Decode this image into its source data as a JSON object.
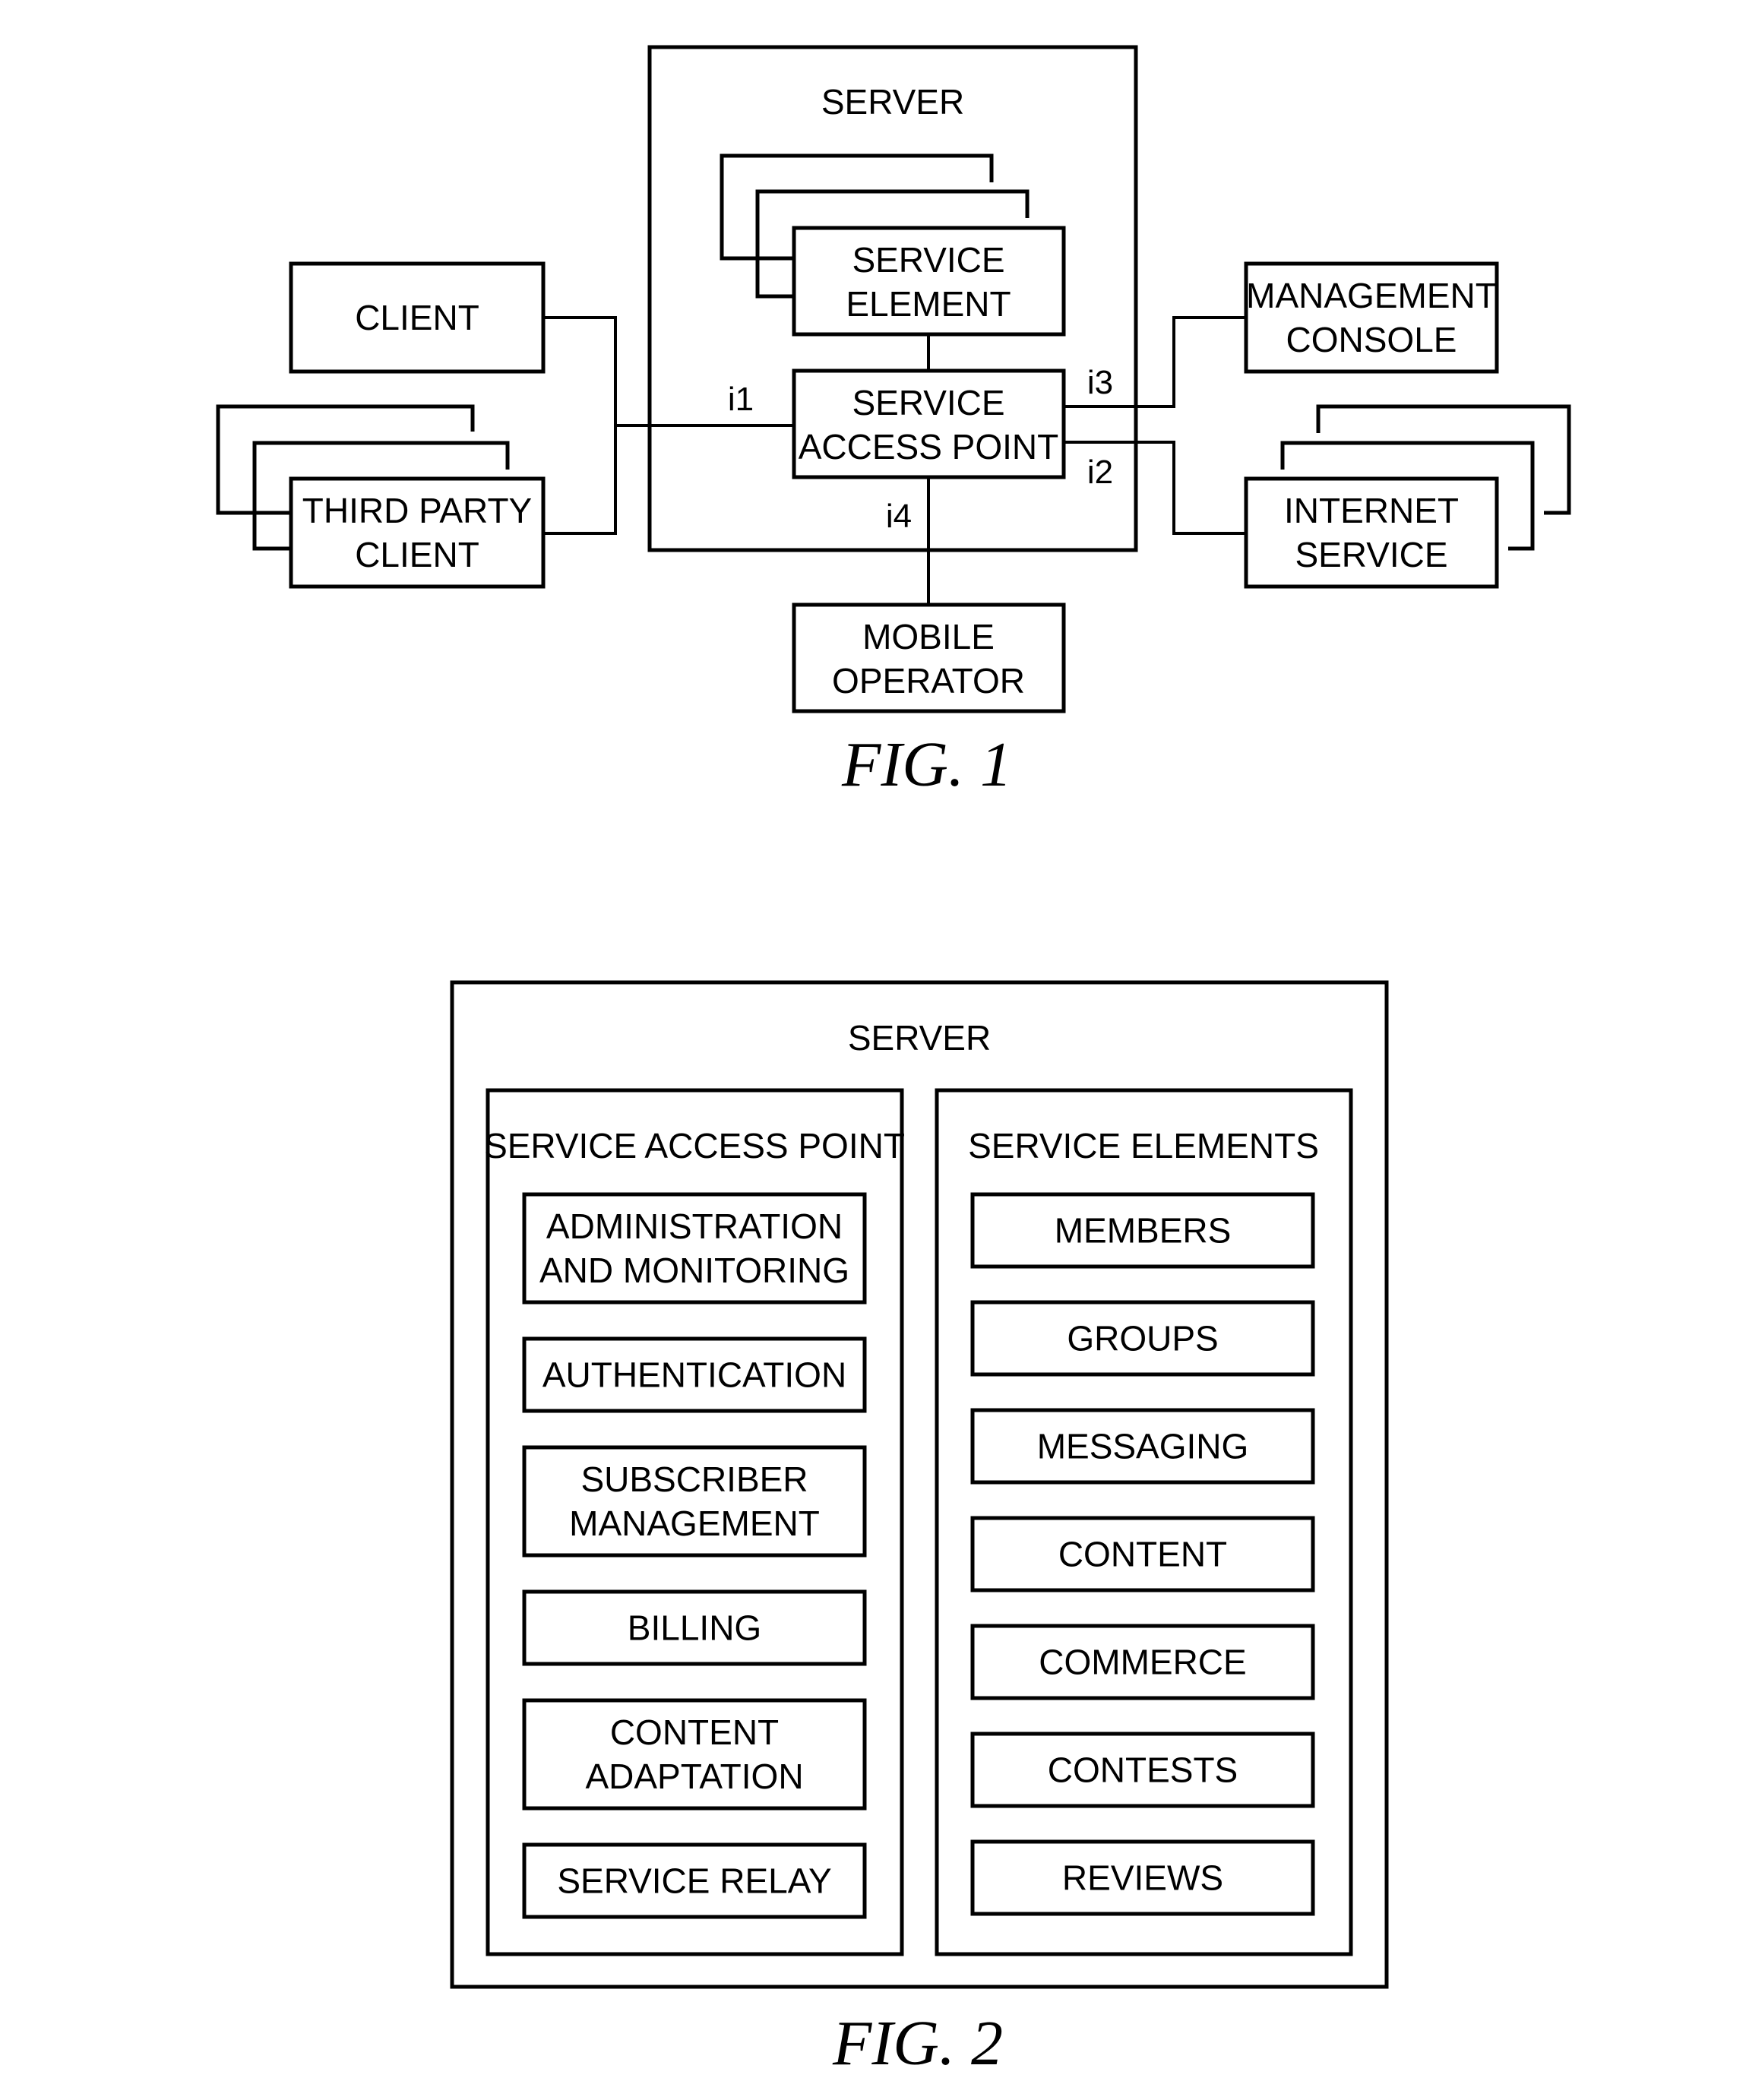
{
  "fig1": {
    "server": "SERVER",
    "service_element": [
      "SERVICE",
      "ELEMENT"
    ],
    "service_access_point": [
      "SERVICE",
      "ACCESS POINT"
    ],
    "client": "CLIENT",
    "third_party_client": [
      "THIRD PARTY",
      "CLIENT"
    ],
    "management_console": [
      "MANAGEMENT",
      "CONSOLE"
    ],
    "internet_service": [
      "INTERNET",
      "SERVICE"
    ],
    "mobile_operator": [
      "MOBILE",
      "OPERATOR"
    ],
    "interfaces": {
      "i1": "i1",
      "i2": "i2",
      "i3": "i3",
      "i4": "i4"
    },
    "caption": "FIG. 1"
  },
  "fig2": {
    "server": "SERVER",
    "service_access_point": {
      "title": "SERVICE ACCESS POINT",
      "items": [
        [
          "ADMINISTRATION",
          "AND MONITORING"
        ],
        [
          "AUTHENTICATION"
        ],
        [
          "SUBSCRIBER",
          "MANAGEMENT"
        ],
        [
          "BILLING"
        ],
        [
          "CONTENT",
          "ADAPTATION"
        ],
        [
          "SERVICE RELAY"
        ]
      ]
    },
    "service_elements": {
      "title": "SERVICE ELEMENTS",
      "items": [
        "MEMBERS",
        "GROUPS",
        "MESSAGING",
        "CONTENT",
        "COMMERCE",
        "CONTESTS",
        "REVIEWS"
      ]
    },
    "caption": "FIG. 2"
  }
}
